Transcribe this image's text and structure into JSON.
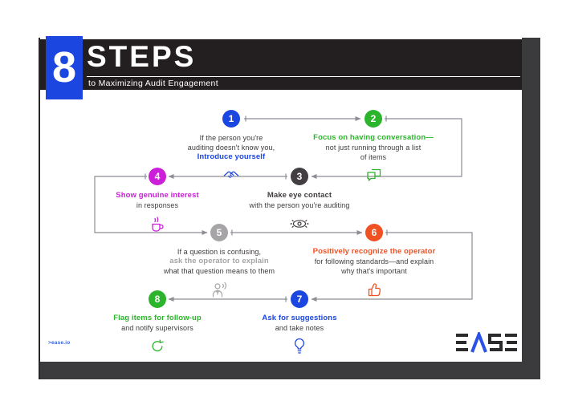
{
  "header": {
    "big_number": "8",
    "title": "STEPS",
    "subtitle": "to Maximizing Audit Engagement"
  },
  "footer": {
    "url": ">ease.io",
    "logo_text": "EASE"
  },
  "colors": {
    "header_bg": "#231f20",
    "footer_bg": "#3b3b3d",
    "accent_blue": "#1b46e0",
    "accent_green": "#2cb52c",
    "accent_dark": "#423e41",
    "accent_magenta": "#cb1fd9",
    "accent_gray": "#a6a4a6",
    "accent_orange": "#f05123",
    "connector_gray": "#8d8d94",
    "body_text": "#3e3a3c"
  },
  "steps": [
    {
      "num": "1",
      "color": "#1b46e0",
      "icon": "handshake-icon",
      "lines": [
        {
          "text": "If the person you're",
          "em": false
        },
        {
          "text": "auditing doesn't know you,",
          "em": false
        },
        {
          "text": "Introduce yourself",
          "em": true
        }
      ]
    },
    {
      "num": "2",
      "color": "#2cb52c",
      "icon": "chat-bubbles-icon",
      "lines": [
        {
          "text": "Focus on having conversation—",
          "em": true
        },
        {
          "text": "not just running through a list",
          "em": false
        },
        {
          "text": "of items",
          "em": false
        }
      ]
    },
    {
      "num": "3",
      "color": "#423e41",
      "icon": "eye-icon",
      "lines": [
        {
          "text": "Make eye contact",
          "em": true
        },
        {
          "text": "with the person you're auditing",
          "em": false
        }
      ]
    },
    {
      "num": "4",
      "color": "#cb1fd9",
      "icon": "coffee-cup-icon",
      "lines": [
        {
          "text": "Show genuine interest",
          "em": true
        },
        {
          "text": "in responses",
          "em": false
        }
      ]
    },
    {
      "num": "5",
      "color": "#a6a4a6",
      "icon": "operator-speaking-icon",
      "lines": [
        {
          "text": "If a question is confusing,",
          "em": false
        },
        {
          "text": "ask the operator to explain",
          "em": true
        },
        {
          "text": "what that question means to them",
          "em": false
        }
      ]
    },
    {
      "num": "6",
      "color": "#f05123",
      "icon": "thumbs-up-icon",
      "lines": [
        {
          "text": "Positively recognize the operator",
          "em": true
        },
        {
          "text": "for following standards—and explain",
          "em": false
        },
        {
          "text": "why that's important",
          "em": false
        }
      ]
    },
    {
      "num": "7",
      "color": "#1b46e0",
      "icon": "lightbulb-icon",
      "lines": [
        {
          "text": "Ask for suggestions",
          "em": true
        },
        {
          "text": "and take notes",
          "em": false
        }
      ]
    },
    {
      "num": "8",
      "color": "#2cb52c",
      "icon": "refresh-icon",
      "lines": [
        {
          "text": "Flag items for follow-up",
          "em": true
        },
        {
          "text": "and notify supervisors",
          "em": false
        }
      ]
    }
  ]
}
